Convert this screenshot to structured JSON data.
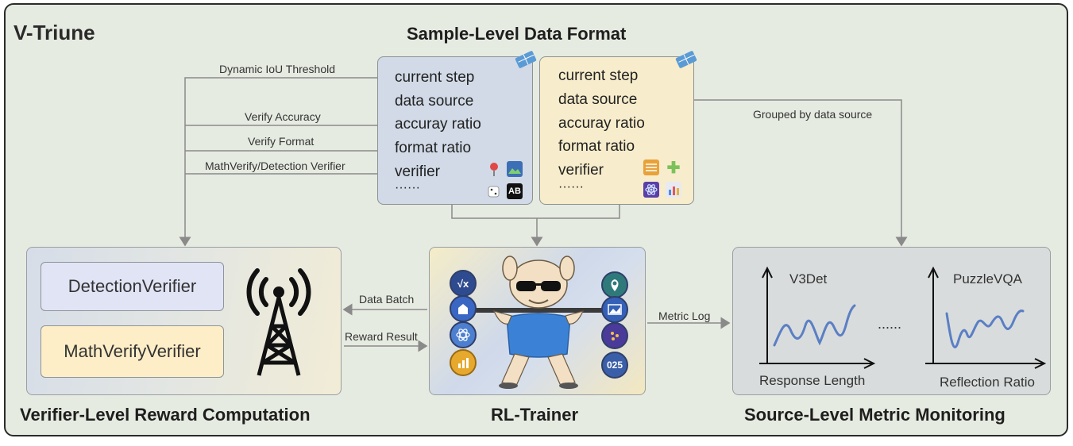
{
  "title": "V-Triune",
  "sample_section": {
    "heading": "Sample-Level Data Format",
    "blue_card": {
      "fields": [
        "current step",
        "data source",
        "accuray ratio",
        "format ratio",
        "verifier",
        "······"
      ]
    },
    "yellow_card": {
      "fields": [
        "current step",
        "data source",
        "accuray ratio",
        "format ratio",
        "verifier",
        "······"
      ]
    }
  },
  "connectors": {
    "dynamic_iou": "Dynamic IoU Threshold",
    "verify_accuracy": "Verify Accuracy",
    "verify_format": "Verify Format",
    "verifier_type": "MathVerify/Detection Verifier",
    "grouped": "Grouped by data source",
    "data_batch": "Data Batch",
    "reward_result": "Reward Result",
    "metric_log": "Metric Log"
  },
  "verifier_section": {
    "heading": "Verifier-Level Reward Computation",
    "detection": "DetectionVerifier",
    "math": "MathVerifyVerifier"
  },
  "rl_section": {
    "heading": "RL-Trainer",
    "coin_labels": {
      "sqrt": "√x",
      "num": "025"
    }
  },
  "monitor_section": {
    "heading": "Source-Level Metric Monitoring",
    "chart_left": {
      "series_name": "V3Det",
      "xlabel": "Response Length"
    },
    "chart_right": {
      "series_name": "PuzzleVQA",
      "xlabel": "Reflection Ratio"
    },
    "ellipsis": "......"
  },
  "colors": {
    "frame_bg": "#e6ebe1",
    "blue_card": "#d1dae6",
    "yellow_card": "#f7eccb",
    "line": "#5a7fc4",
    "connector": "#8a8a8a"
  }
}
